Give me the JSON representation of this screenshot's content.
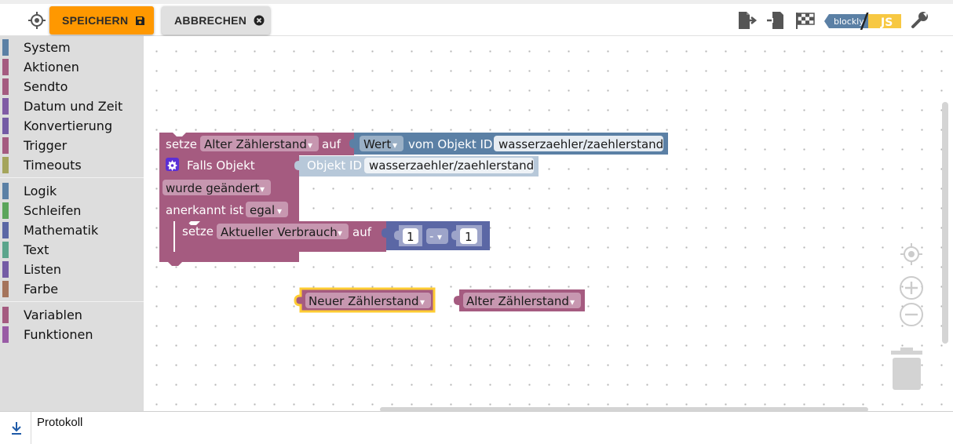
{
  "toolbar": {
    "save_label": "SPEICHERN",
    "cancel_label": "ABBRECHEN",
    "blockly_text": "blockly",
    "js_text": "JS"
  },
  "sidebar": {
    "items": [
      {
        "label": "System",
        "color": "#5b80a5"
      },
      {
        "label": "Aktionen",
        "color": "#a55b80"
      },
      {
        "label": "Sendto",
        "color": "#a55b80"
      },
      {
        "label": "Datum und Zeit",
        "color": "#805ba5"
      },
      {
        "label": "Konvertierung",
        "color": "#745ba5"
      },
      {
        "label": "Trigger",
        "color": "#a55b80"
      },
      {
        "label": "Timeouts",
        "color": "#a5a55b"
      },
      {
        "label": "Logik",
        "color": "#5b80a5"
      },
      {
        "label": "Schleifen",
        "color": "#5ba55b"
      },
      {
        "label": "Mathematik",
        "color": "#5b67a5"
      },
      {
        "label": "Text",
        "color": "#5ba58c"
      },
      {
        "label": "Listen",
        "color": "#745ba5"
      },
      {
        "label": "Farbe",
        "color": "#a5745b"
      },
      {
        "label": "Variablen",
        "color": "#a55b80"
      },
      {
        "label": "Funktionen",
        "color": "#995ba5"
      }
    ]
  },
  "blocks": {
    "set1_setze": "setze",
    "set1_var": "Alter Zählerstand",
    "set1_auf": "auf",
    "get_value_mode": "Wert",
    "get_value_from": "vom Objekt ID",
    "get_value_id": "wasserzaehler/zaehlerstand",
    "trigger_label": "Falls Objekt",
    "trigger_objid_label": "Objekt ID",
    "trigger_objid_value": "wasserzaehler/zaehlerstand",
    "trigger_changed": "wurde geändert",
    "trigger_ack_label": "anerkannt ist",
    "trigger_ack_value": "egal",
    "set2_setze": "setze",
    "set2_var": "Aktueller Verbrauch",
    "set2_auf": "auf",
    "math_a": "1",
    "math_op": "-",
    "math_b": "1",
    "var_new": "Neuer Zählerstand",
    "var_old": "Alter Zählerstand",
    "dropdown_arrow": "▾"
  },
  "bottom": {
    "log_label": "Protokoll"
  },
  "colors": {
    "accent": "#ff9800",
    "variable_block": "#a55b80",
    "sensor_block": "#5b80a5",
    "math_block": "#5b67a5"
  }
}
